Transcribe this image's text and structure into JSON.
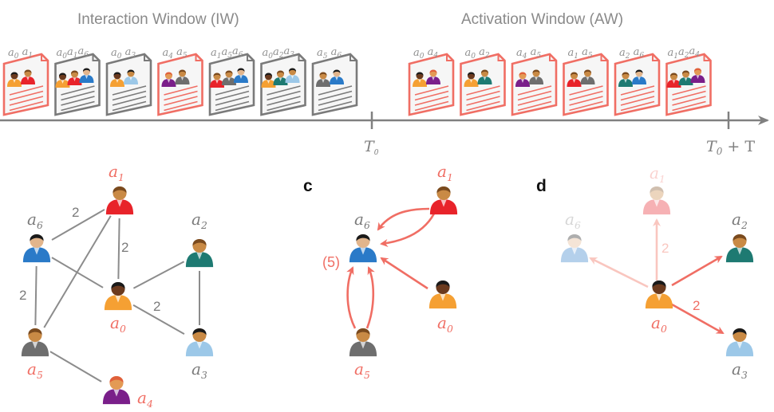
{
  "colors": {
    "red_accent": "#f06e64",
    "gray": "#7a7a7a",
    "axis": "#808080",
    "edge": "#8c8c8c",
    "panel_letter": "#111111"
  },
  "timeline": {
    "iw_title": "Interaction Window (IW)",
    "aw_title": "Activation Window (AW)",
    "t0_label": {
      "main": "T",
      "sub": "0"
    },
    "t_end_label": {
      "main": "T",
      "sub": "0",
      "rest": " + T"
    },
    "iw_documents": [
      {
        "agents": [
          "a0",
          "a1"
        ],
        "highlighted": true
      },
      {
        "agents": [
          "a0",
          "a1",
          "a6"
        ],
        "highlighted": false
      },
      {
        "agents": [
          "a0",
          "a3"
        ],
        "highlighted": false
      },
      {
        "agents": [
          "a4",
          "a5"
        ],
        "highlighted": true
      },
      {
        "agents": [
          "a1",
          "a5",
          "a6"
        ],
        "highlighted": false
      },
      {
        "agents": [
          "a0",
          "a2",
          "a3"
        ],
        "highlighted": false
      },
      {
        "agents": [
          "a5",
          "a6"
        ],
        "highlighted": false
      }
    ],
    "aw_documents": [
      {
        "agents": [
          "a0",
          "a4"
        ],
        "highlighted": true
      },
      {
        "agents": [
          "a0",
          "a2"
        ],
        "highlighted": true
      },
      {
        "agents": [
          "a4",
          "a5"
        ],
        "highlighted": true
      },
      {
        "agents": [
          "a1",
          "a5"
        ],
        "highlighted": true
      },
      {
        "agents": [
          "a2",
          "a6"
        ],
        "highlighted": true
      },
      {
        "agents": [
          "a1",
          "a2",
          "a4"
        ],
        "highlighted": true
      }
    ]
  },
  "agents": {
    "a0": {
      "shirt": "#f5a033",
      "hair": "#1a1a1a",
      "skin": "#6b3a1e"
    },
    "a1": {
      "shirt": "#e8232a",
      "hair": "#7a4a1e",
      "skin": "#c98a45"
    },
    "a2": {
      "shirt": "#1e7a72",
      "hair": "#7a4a1e",
      "skin": "#c98a45"
    },
    "a3": {
      "shirt": "#9cc8e8",
      "hair": "#1a1a1a",
      "skin": "#c98a45"
    },
    "a4": {
      "shirt": "#7a1f8a",
      "hair": "#e0603a",
      "skin": "#e39a55"
    },
    "a5": {
      "shirt": "#6e6e6e",
      "hair": "#7a4a1e",
      "skin": "#c98a45"
    },
    "a6": {
      "shirt": "#2a7ac8",
      "hair": "#1a1a1a",
      "skin": "#e2b58c"
    }
  },
  "panel_b": {
    "nodes": [
      {
        "id": "a1",
        "label": "a1",
        "label_color": "red"
      },
      {
        "id": "a6",
        "label": "a6",
        "label_color": "gray"
      },
      {
        "id": "a2",
        "label": "a2",
        "label_color": "gray"
      },
      {
        "id": "a0",
        "label": "a0",
        "label_color": "red"
      },
      {
        "id": "a5",
        "label": "a5",
        "label_color": "red"
      },
      {
        "id": "a3",
        "label": "a3",
        "label_color": "gray"
      },
      {
        "id": "a4",
        "label": "a4",
        "label_color": "red"
      }
    ],
    "edges": [
      {
        "from": "a6",
        "to": "a1",
        "weight": "2"
      },
      {
        "from": "a1",
        "to": "a0",
        "weight": "2"
      },
      {
        "from": "a1",
        "to": "a5",
        "weight": ""
      },
      {
        "from": "a6",
        "to": "a0",
        "weight": ""
      },
      {
        "from": "a6",
        "to": "a5",
        "weight": "2"
      },
      {
        "from": "a0",
        "to": "a2",
        "weight": ""
      },
      {
        "from": "a0",
        "to": "a3",
        "weight": "2"
      },
      {
        "from": "a2",
        "to": "a3",
        "weight": ""
      },
      {
        "from": "a5",
        "to": "a4",
        "weight": ""
      }
    ]
  },
  "panel_c": {
    "letter": "c",
    "target_count": "(5)",
    "nodes": [
      {
        "id": "a1",
        "label": "a1",
        "label_color": "red"
      },
      {
        "id": "a6",
        "label": "a6",
        "label_color": "gray"
      },
      {
        "id": "a0",
        "label": "a0",
        "label_color": "red"
      },
      {
        "id": "a5",
        "label": "a5",
        "label_color": "red"
      }
    ],
    "arrows": [
      {
        "from": "a1",
        "to": "a6",
        "count": 2
      },
      {
        "from": "a0",
        "to": "a6",
        "count": 1
      },
      {
        "from": "a5",
        "to": "a6",
        "count": 2
      }
    ]
  },
  "panel_d": {
    "letter": "d",
    "nodes": [
      {
        "id": "a1",
        "label": "a1",
        "faded": true
      },
      {
        "id": "a6",
        "label": "a6",
        "faded": true
      },
      {
        "id": "a2",
        "label": "a2",
        "faded": false
      },
      {
        "id": "a0",
        "label": "a0",
        "faded": false
      },
      {
        "id": "a3",
        "label": "a3",
        "faded": false
      }
    ],
    "arrows": [
      {
        "from": "a0",
        "to": "a1",
        "weight": "2",
        "faded": true
      },
      {
        "from": "a0",
        "to": "a6",
        "weight": "",
        "faded": true
      },
      {
        "from": "a0",
        "to": "a2",
        "weight": "",
        "faded": false
      },
      {
        "from": "a0",
        "to": "a3",
        "weight": "2",
        "faded": false
      }
    ]
  }
}
